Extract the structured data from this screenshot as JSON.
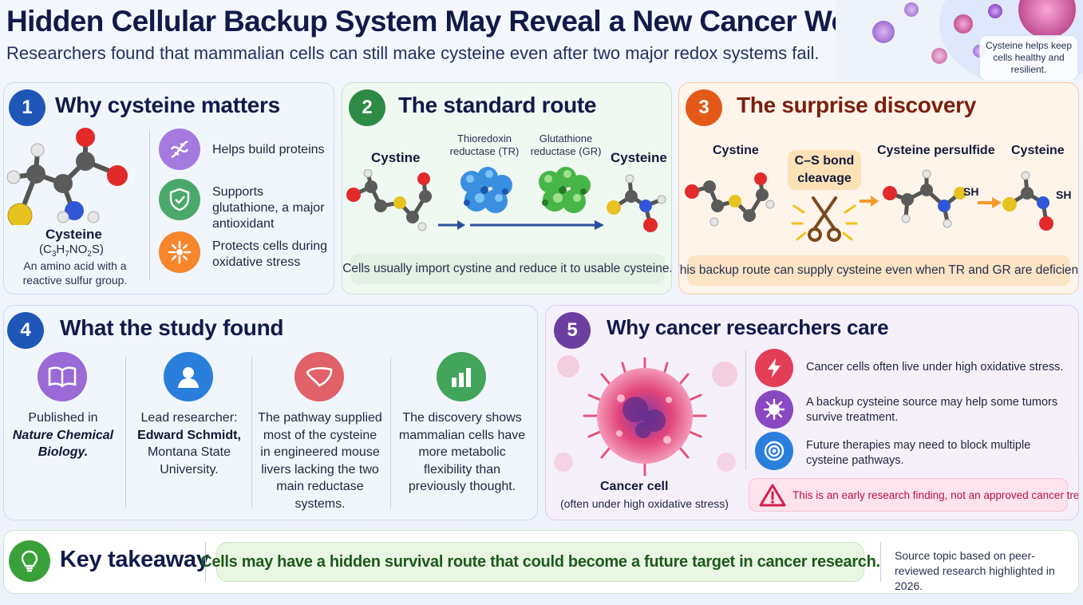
{
  "header": {
    "title": "Hidden Cellular Backup System May Reveal a New Cancer Weakness",
    "subtitle": "Researchers found that mammalian cells can still make cysteine even after two major redox systems fail.",
    "corner_note": "Cysteine helps keep cells healthy and resilient."
  },
  "panel1": {
    "number": "1",
    "title": "Why cysteine matters",
    "molecule_name": "Cysteine",
    "formula_prefix": "(C",
    "formula_c": "3",
    "formula_h_label": "H",
    "formula_h": "7",
    "formula_mid": "NO",
    "formula_o": "2",
    "formula_suffix": "S)",
    "description": "An amino acid with a reactive sulfur group.",
    "features": [
      {
        "text": "Helps build proteins",
        "icon": "dna-icon"
      },
      {
        "text": "Supports glutathione, a major antioxidant",
        "icon": "shield-icon"
      },
      {
        "text": "Protects cells during oxidative stress",
        "icon": "burst-icon"
      }
    ]
  },
  "panel2": {
    "number": "2",
    "title": "The standard route",
    "cystine_label": "Cystine",
    "tr_label": "Thioredoxin reductase (TR)",
    "gr_label": "Glutathione reductase (GR)",
    "cysteine_label": "Cysteine",
    "note": "Cells usually import cystine and reduce it to usable cysteine."
  },
  "panel3": {
    "number": "3",
    "title": "The surprise discovery",
    "cystine_label": "Cystine",
    "cleavage_label": "C–S bond cleavage",
    "persulfide_label": "Cysteine persulfide",
    "cysteine_label": "Cysteine",
    "sh1": "SH",
    "sh2": "SH",
    "note": "This backup route can supply cysteine even when TR and GR are deficient."
  },
  "panel4": {
    "number": "4",
    "title": "What the study found",
    "col1_line1": "Published in",
    "col1_journal": "Nature Chemical Biology.",
    "col2_line1": "Lead researcher:",
    "col2_name": "Edward Schmidt,",
    "col2_affil": "Montana State University.",
    "col3": "The pathway supplied most of the cysteine in engineered mouse livers lacking the two main reductase systems.",
    "col4": "The discovery shows mammalian cells have more metabolic flexibility than previously thought."
  },
  "panel5": {
    "number": "5",
    "title": "Why cancer researchers care",
    "cell_label": "Cancer cell",
    "cell_sub": "(often under high oxidative stress)",
    "bullets": [
      {
        "text": "Cancer cells often live under high oxidative stress.",
        "icon": "lightning-icon"
      },
      {
        "text": "A backup cysteine source may help some tumors survive treatment.",
        "icon": "virus-icon"
      },
      {
        "text": "Future therapies may need to block multiple cysteine pathways.",
        "icon": "target-icon"
      }
    ],
    "warning": "This is an early research finding, not an approved cancer treatment."
  },
  "takeaway": {
    "label": "Key takeaway",
    "text": "Cells may have a hidden survival route that could become a future target in cancer research.",
    "source": "Source topic based on peer-reviewed research highlighted in 2026."
  },
  "colors": {
    "blue": "#1f57b8",
    "green": "#2e8b45",
    "orange": "#e35a18",
    "purple": "#6b3fa0",
    "key_green": "#3aa13a"
  }
}
